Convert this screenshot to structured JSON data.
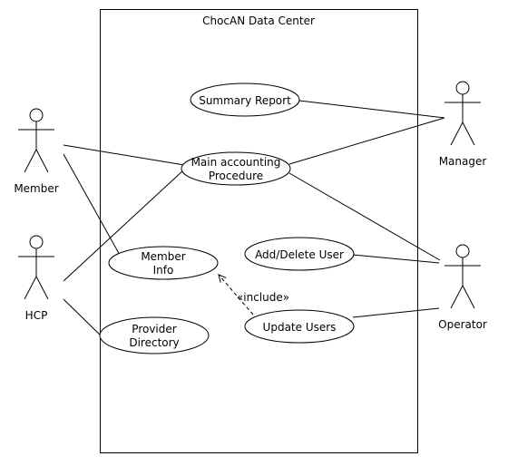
{
  "system": {
    "title": "ChocAN Data Center"
  },
  "actors": {
    "member": "Member",
    "hcp": "HCP",
    "manager": "Manager",
    "operator": "Operator"
  },
  "use_cases": {
    "summary_report": [
      "Summary Report"
    ],
    "main_accounting": [
      "Main accounting",
      "Procedure"
    ],
    "member_info": [
      "Member",
      "Info"
    ],
    "provider_directory": [
      "Provider",
      "Directory"
    ],
    "add_delete_user": [
      "Add/Delete User"
    ],
    "update_users": [
      "Update Users"
    ]
  },
  "relationships": {
    "include_label": "«include»"
  },
  "colors": {
    "line": "#000000",
    "background": "#ffffff"
  }
}
